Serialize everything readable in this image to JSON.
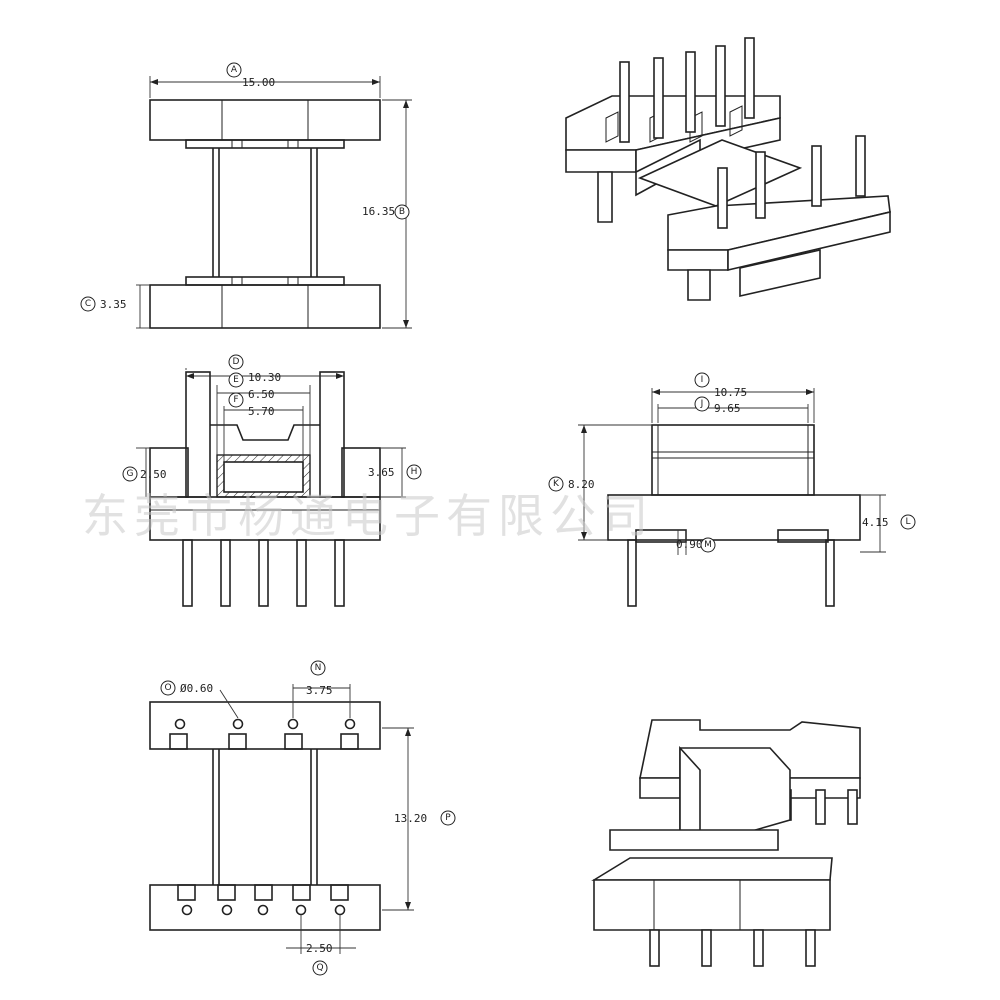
{
  "watermark": "东莞市杨通电子有限公司",
  "dimensions": [
    {
      "letter": "A",
      "value": "15.00"
    },
    {
      "letter": "B",
      "value": "16.35"
    },
    {
      "letter": "C",
      "value": "3.35"
    },
    {
      "letter": "D",
      "value": "10.30"
    },
    {
      "letter": "E",
      "value": "6.50"
    },
    {
      "letter": "F",
      "value": "5.70"
    },
    {
      "letter": "G",
      "value": "2.50"
    },
    {
      "letter": "H",
      "value": "3.65"
    },
    {
      "letter": "I",
      "value": "10.75"
    },
    {
      "letter": "J",
      "value": "9.65"
    },
    {
      "letter": "K",
      "value": "8.20"
    },
    {
      "letter": "L",
      "value": "4.15"
    },
    {
      "letter": "M",
      "value": "0.90"
    },
    {
      "letter": "O",
      "value": "Ø0.60"
    },
    {
      "letter": "N",
      "value": "3.75"
    },
    {
      "letter": "P",
      "value": "13.20"
    },
    {
      "letter": "Q",
      "value": "2.50"
    }
  ]
}
